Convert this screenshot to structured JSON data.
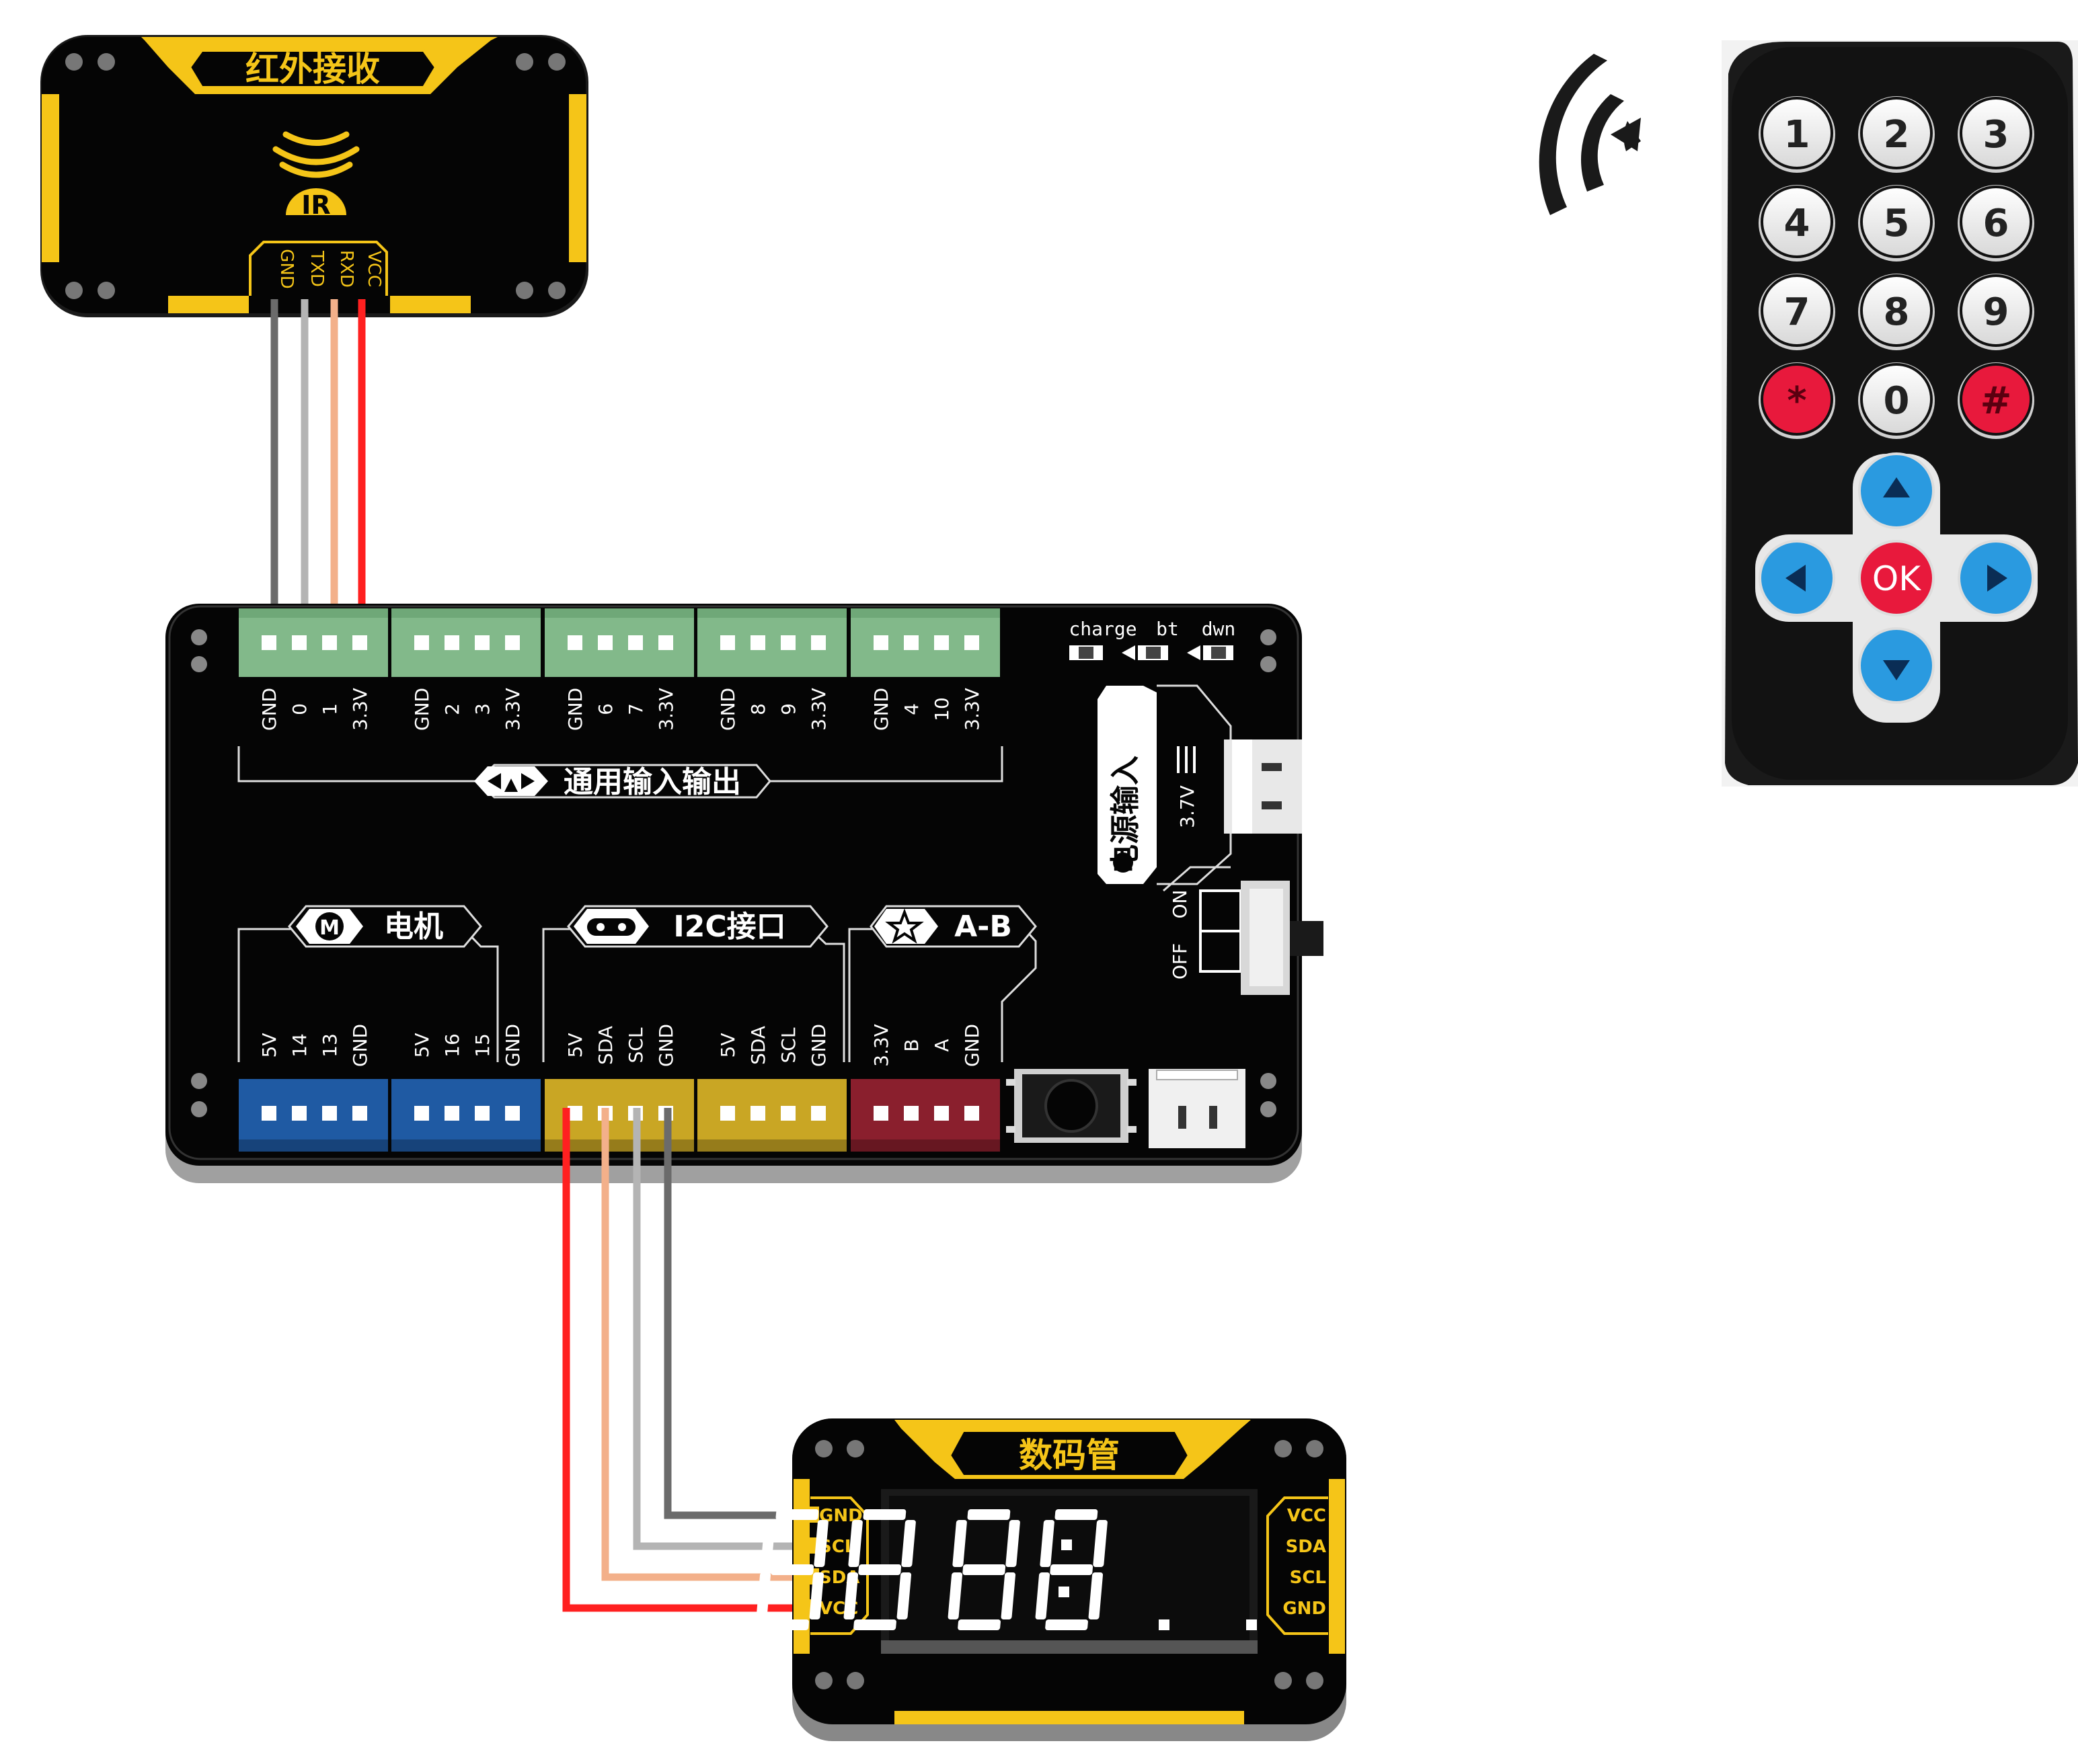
{
  "ir_module": {
    "title": "红外接收",
    "logo": "IR",
    "pins": [
      "GND",
      "TXD",
      "RXD",
      "VCC"
    ]
  },
  "board": {
    "top_groups": [
      {
        "pins": [
          "GND",
          "0",
          "1",
          "3.3V"
        ]
      },
      {
        "pins": [
          "GND",
          "2",
          "3",
          "3.3V"
        ]
      },
      {
        "pins": [
          "GND",
          "6",
          "7",
          "3.3V"
        ]
      },
      {
        "pins": [
          "GND",
          "8",
          "9",
          "3.3V"
        ]
      },
      {
        "pins": [
          "GND",
          "4",
          "10",
          "3.3V"
        ]
      }
    ],
    "gpio_label": "通用输入输出",
    "charge_labels": [
      "charge",
      "bt",
      "dwn"
    ],
    "power_label": "电源输入",
    "battery_label": "3.7V",
    "switch_on": "ON",
    "switch_off": "OFF",
    "motor_label": "电机",
    "motor_icon": "M",
    "i2c_label": "I2C接口",
    "ab_label": "A-B",
    "bottom_groups": [
      {
        "pins": [
          "5V",
          "14",
          "13",
          "GND"
        ],
        "color": "#1f5aa3"
      },
      {
        "pins": [
          "5V",
          "16",
          "15",
          "GND"
        ],
        "color": "#1f5aa3"
      },
      {
        "pins": [
          "5V",
          "SDA",
          "SCL",
          "GND"
        ],
        "color": "#c9a624"
      },
      {
        "pins": [
          "5V",
          "SDA",
          "SCL",
          "GND"
        ],
        "color": "#c9a624"
      },
      {
        "pins": [
          "3.3V",
          "B",
          "A",
          "GND"
        ],
        "color": "#8a1f2d"
      }
    ]
  },
  "display_module": {
    "title": "数码管",
    "left_pins": [
      "GND",
      "SCL",
      "SDA",
      "VCC"
    ],
    "right_pins": [
      "VCC",
      "SDA",
      "SCL",
      "GND"
    ],
    "readout": "88:88"
  },
  "remote": {
    "keys": [
      "1",
      "2",
      "3",
      "4",
      "5",
      "6",
      "7",
      "8",
      "9",
      "*",
      "0",
      "#"
    ],
    "ok": "OK"
  },
  "colors": {
    "wire_gnd": "#6b6b6b",
    "wire_gray": "#b4b4b4",
    "wire_orange": "#f3b08a",
    "wire_red": "#ff2020",
    "module_yellow": "#f5c518",
    "terminal_green": "#82b98a",
    "remote_red": "#e8193c",
    "remote_blue": "#2a9ae0"
  }
}
